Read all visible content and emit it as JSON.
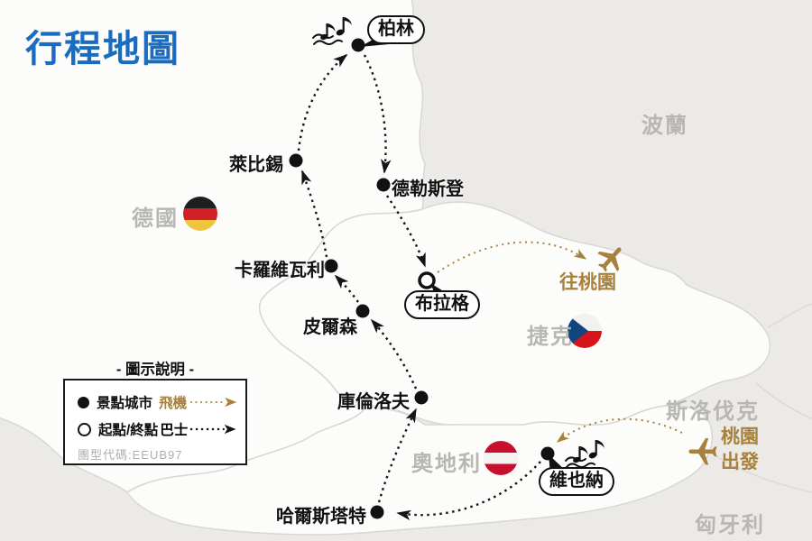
{
  "title": "行程地圖",
  "colors": {
    "title_blue": "#1a6cc1",
    "flight_gold": "#a8813c",
    "route_black": "#141414",
    "country_label_gray": "#b9b7b3",
    "map_background": "#eceae7",
    "country_fill": "#fcfcfb"
  },
  "countries": {
    "germany": {
      "label": "德國",
      "flag": "germany-flag-icon"
    },
    "poland": {
      "label": "波蘭"
    },
    "czech": {
      "label": "捷克",
      "flag": "czech-flag-icon"
    },
    "slovakia": {
      "label": "斯洛伐克"
    },
    "austria": {
      "label": "奧地利",
      "flag": "austria-flag-icon"
    },
    "hungary": {
      "label": "匈牙利"
    }
  },
  "cities": {
    "berlin": {
      "label": "柏林",
      "marker": "attraction"
    },
    "leipzig": {
      "label": "萊比錫",
      "marker": "attraction"
    },
    "dresden": {
      "label": "德勒斯登",
      "marker": "attraction"
    },
    "karlovy_vary": {
      "label": "卡羅維瓦利",
      "marker": "attraction"
    },
    "pilsen": {
      "label": "皮爾森",
      "marker": "attraction"
    },
    "prague": {
      "label": "布拉格",
      "marker": "terminal"
    },
    "krumlov": {
      "label": "庫倫洛夫",
      "marker": "attraction"
    },
    "vienna": {
      "label": "維也納",
      "marker": "attraction"
    },
    "hallstatt": {
      "label": "哈爾斯塔特",
      "marker": "attraction"
    }
  },
  "flights": {
    "return_flight": {
      "label": "往桃園"
    },
    "departure_flight": {
      "line1": "桃園",
      "line2": "出發"
    }
  },
  "legend": {
    "title": "- 圖示說明 -",
    "attraction_city": "景點城市",
    "start_end": "起點/終點",
    "plane": "飛機",
    "bus": "巴士",
    "tour_code": "團型代碼:EEUB97"
  }
}
